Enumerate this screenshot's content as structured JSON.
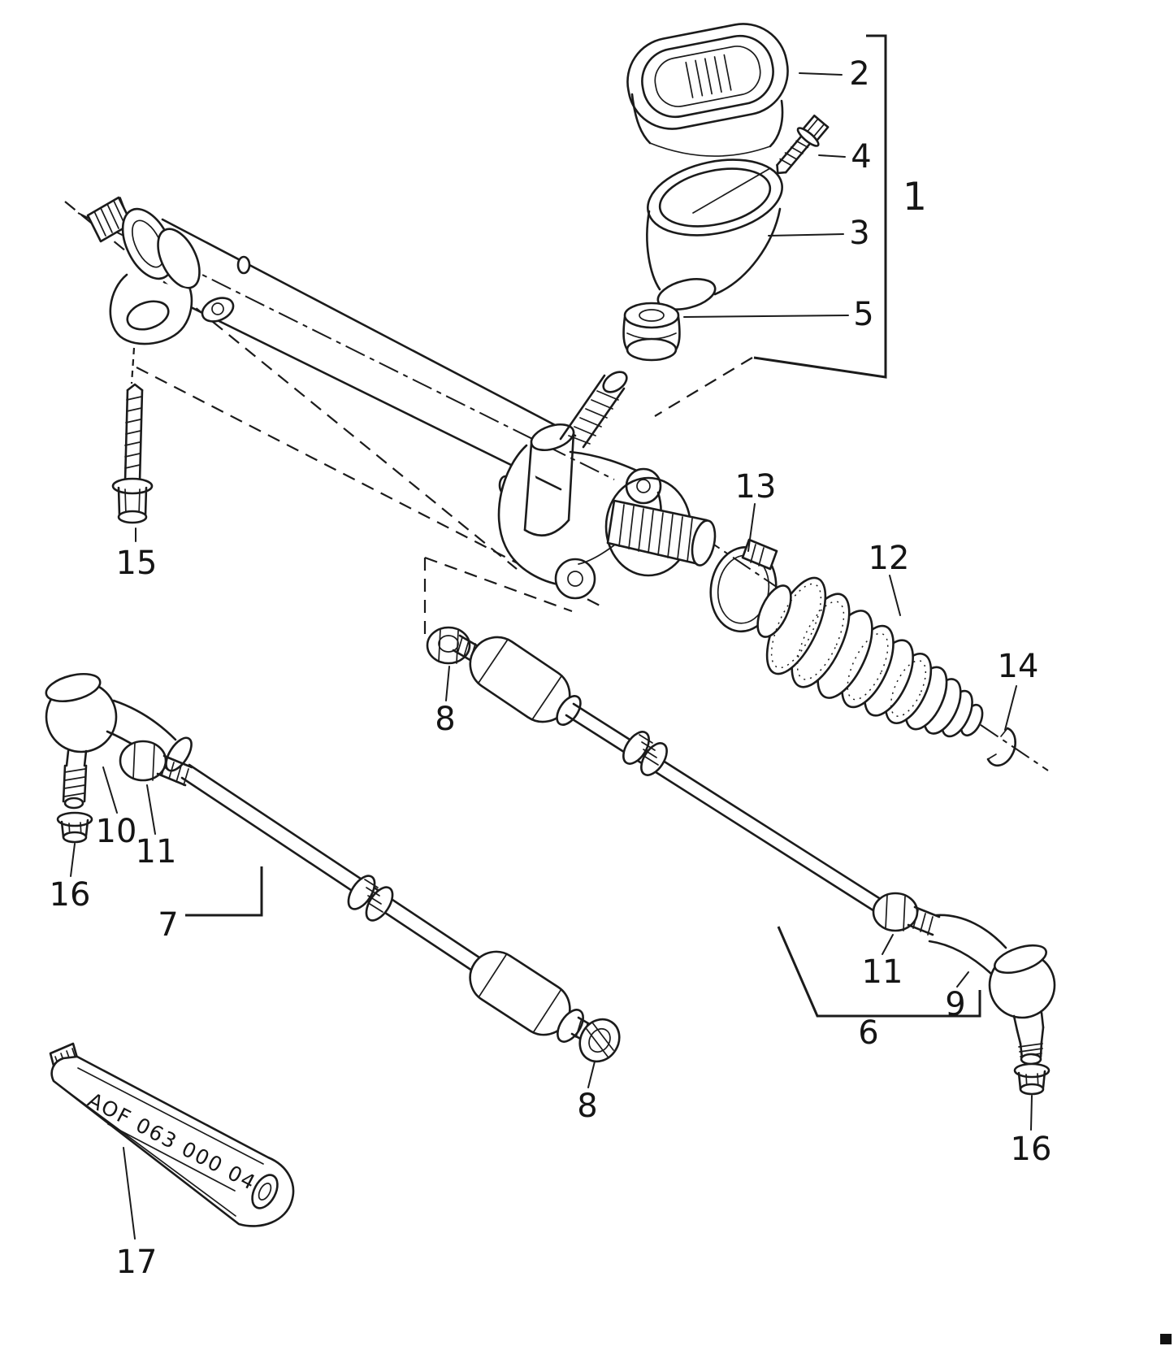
{
  "diagram": {
    "type": "exploded-parts-diagram",
    "subject": "steering gear, tie rods and track rod ends",
    "background": "#ffffff",
    "line_color": "#1b1b1b",
    "tube_text": "AOF 063 000 04",
    "labels": {
      "p1": "1",
      "p2": "2",
      "p3": "3",
      "p4": "4",
      "p5": "5",
      "p6": "6",
      "p7": "7",
      "p8a": "8",
      "p8b": "8",
      "p9": "9",
      "p10": "10",
      "p11a": "11",
      "p11b": "11",
      "p12": "12",
      "p13": "13",
      "p14": "14",
      "p15": "15",
      "p16a": "16",
      "p16b": "16",
      "p17": "17"
    }
  }
}
